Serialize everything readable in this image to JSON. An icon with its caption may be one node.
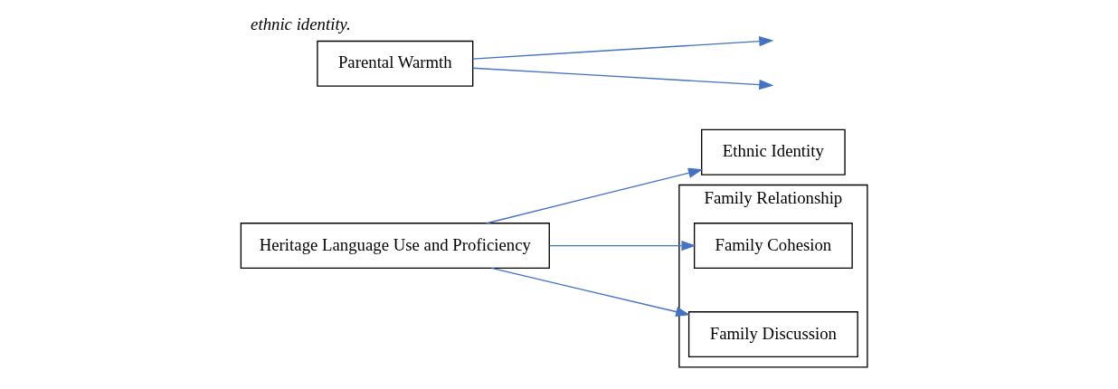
{
  "diagram": {
    "caption": "ethnic identity.",
    "nodes": [
      {
        "text": [
          "Heritage Language Use and Proficiency"
        ]
      },
      {
        "text": [
          "Ethnic Identity"
        ]
      },
      {
        "text": [
          "Family Relationship"
        ]
      },
      {
        "text": [
          "Family Cohesion"
        ],
        "in": 2
      },
      {
        "text": [
          "Family Discussion"
        ],
        "in": 2
      },
      {
        "text": [
          "Parental Warmth"
        ]
      }
    ],
    "edges": [
      {
        "from": 0,
        "to": 1,
        "arrow": "to"
      },
      {
        "from": 0,
        "to": 3,
        "arrow": "to"
      },
      {
        "from": 0,
        "to": 4,
        "arrow": "to"
      },
      {
        "from": 5,
        "to": null,
        "arrow": "to"
      },
      {
        "from": 5,
        "to": null,
        "arrow": "to"
      }
    ]
  }
}
